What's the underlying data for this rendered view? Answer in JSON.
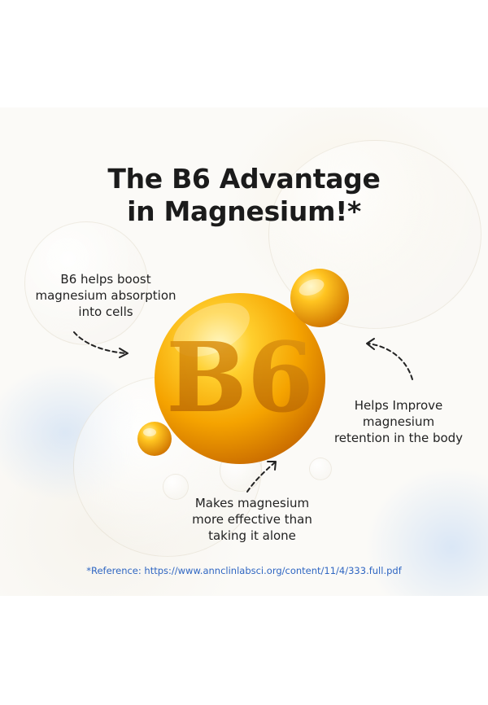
{
  "title_line1": "The B6 Advantage",
  "title_line2": "in Magnesium!*",
  "orb": {
    "label": "B6",
    "icon": "vitamin-b6-orb"
  },
  "benefits": [
    {
      "line1": "B6 helps boost",
      "line2": "magnesium absorption",
      "line3": "into cells"
    },
    {
      "line1": "Helps Improve",
      "line2": "magnesium",
      "line3": "retention in the body"
    },
    {
      "line1": "Makes magnesium",
      "line2": "more effective than",
      "line3": "taking it alone"
    }
  ],
  "reference": "*Reference: https://www.annclinlabsci.org/content/11/4/333.full.pdf",
  "colors": {
    "orb_gold": "#f5a800",
    "orb_highlight": "#ffe27a",
    "orb_shadow": "#c96f00",
    "reference_blue": "#2f66c2",
    "text": "#1b1b1b"
  }
}
